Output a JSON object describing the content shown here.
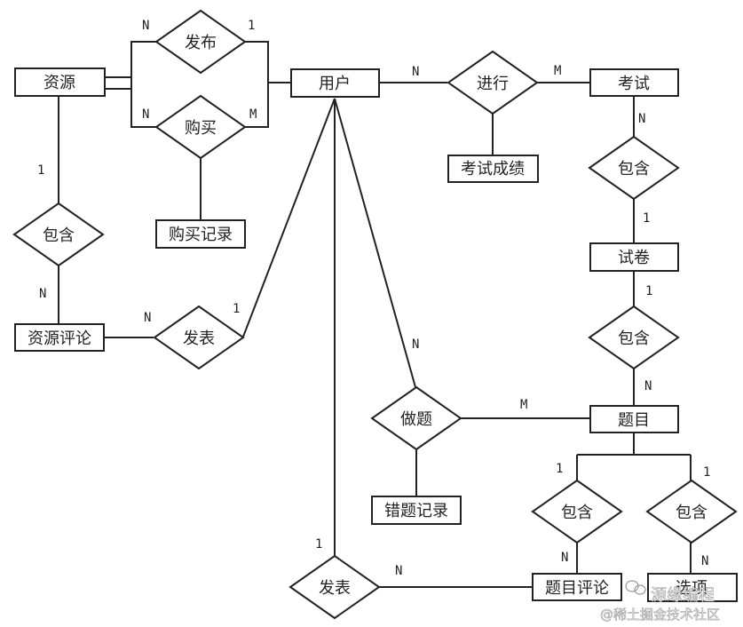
{
  "entities": {
    "resource": "资源",
    "user": "用户",
    "exam": "考试",
    "exam_score": "考试成绩",
    "purchase_record": "购买记录",
    "paper": "试卷",
    "resource_comment": "资源评论",
    "question": "题目",
    "wrong_record": "错题记录",
    "question_comment": "题目评论",
    "option": "选项"
  },
  "relations": {
    "publish": "发布",
    "buy": "购买",
    "conduct": "进行",
    "contain_exam_paper": "包含",
    "contain_resource_comment": "包含",
    "contain_paper_question": "包含",
    "post_resource_comment": "发表",
    "do_question": "做题",
    "contain_question_comment": "包含",
    "contain_option": "包含",
    "post_question_comment": "发表"
  },
  "cardinalities": {
    "publish_resource": "N",
    "publish_user": "1",
    "buy_resource": "N",
    "buy_user": "M",
    "conduct_user": "N",
    "conduct_exam": "M",
    "exam_contain": "N",
    "paper_from_exam": "1",
    "paper_contain": "1",
    "question_in_paper": "N",
    "resource_contain": "1",
    "resource_comment_contain": "N",
    "post_comment_side": "N",
    "post_user_side": "1",
    "do_user_side": "N",
    "do_question_side": "M",
    "question_comment_side": "1",
    "question_option_side": "1",
    "question_comment_entity": "N",
    "option_entity": "N",
    "post_qc_user_side": "1",
    "post_qc_comment_side": "N"
  },
  "watermark": {
    "line1": "源缘编程",
    "line2": "@稀土掘金技术社区"
  }
}
